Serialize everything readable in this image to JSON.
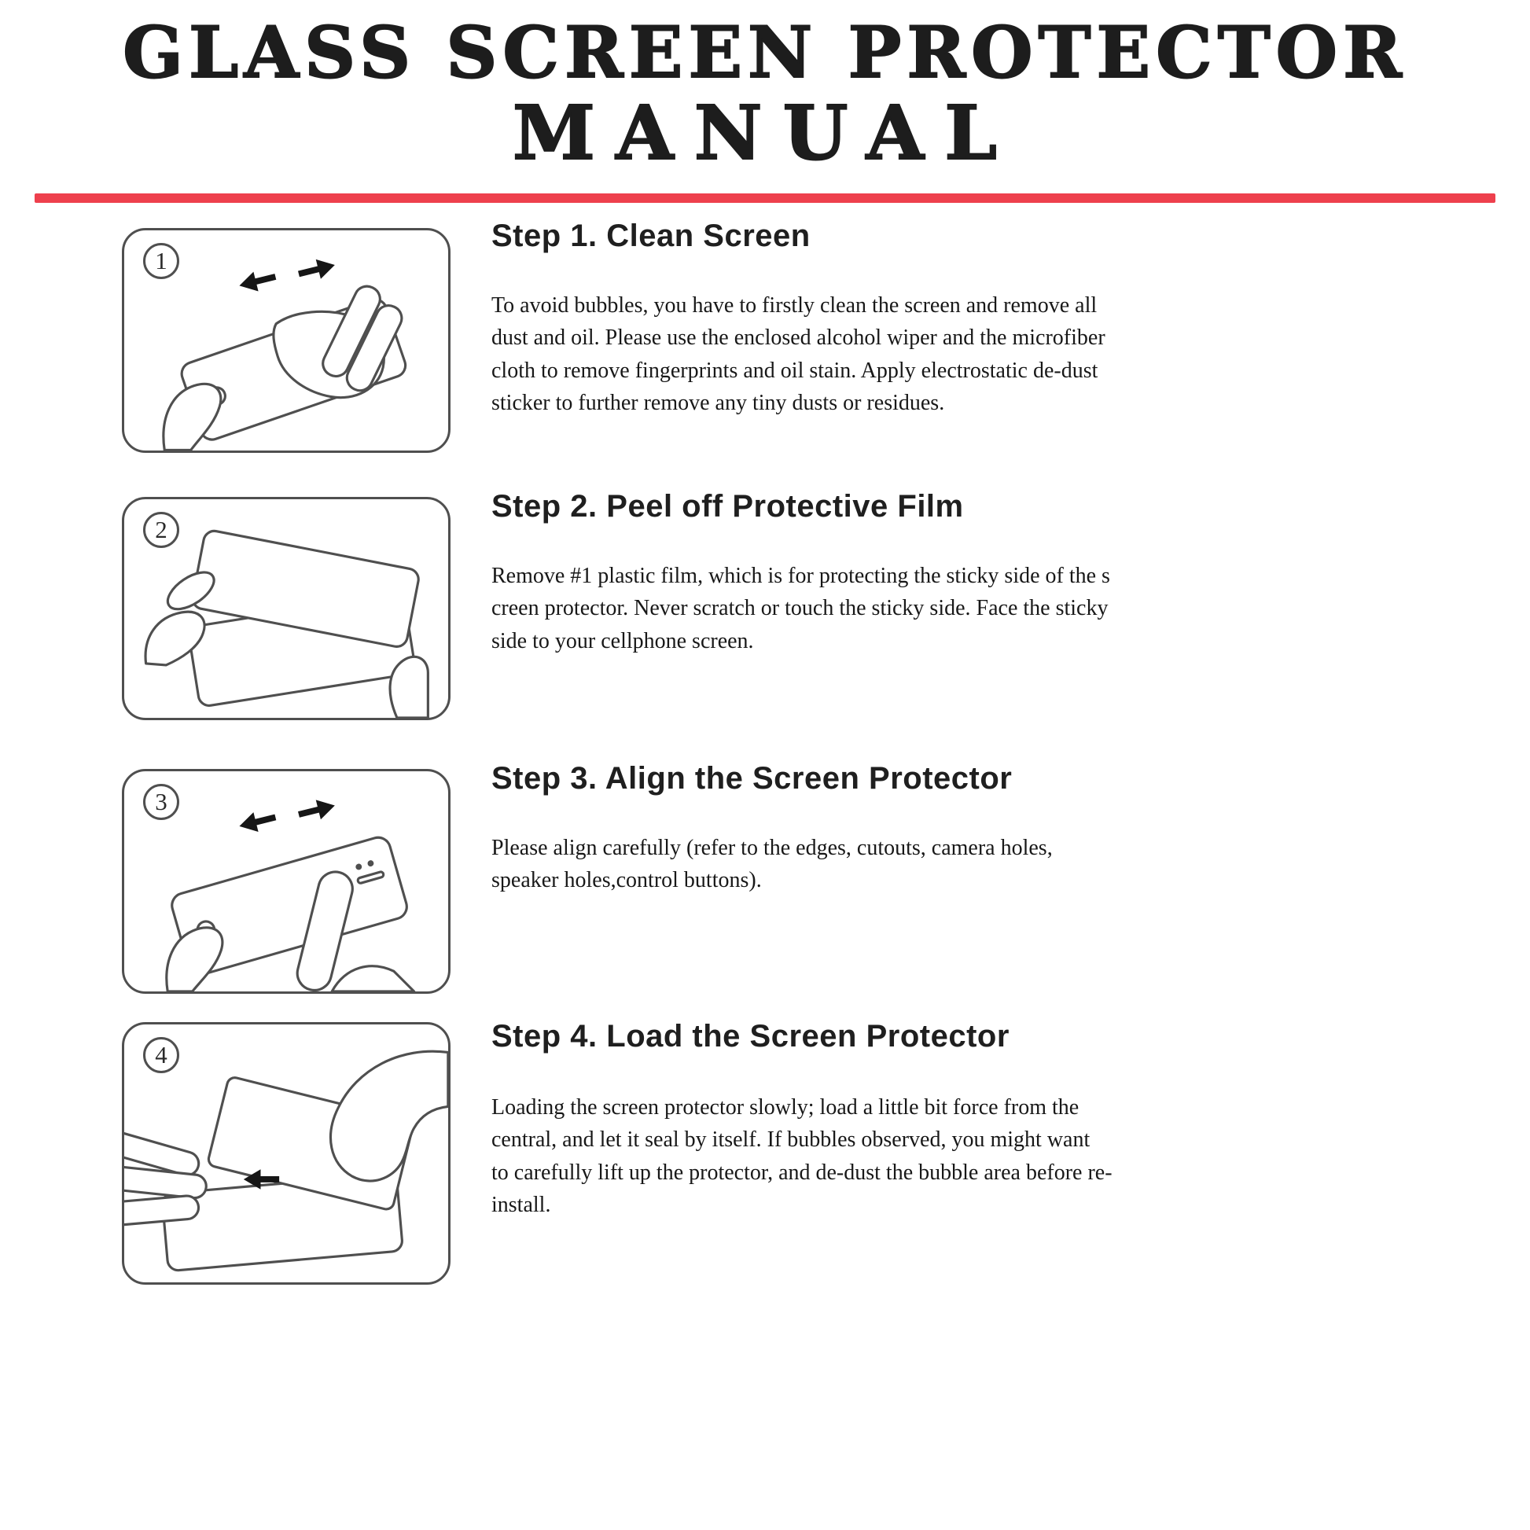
{
  "page": {
    "title_line1": "GLASS SCREEN PROTECTOR",
    "title_line2": "MANUAL",
    "accent_color": "#ee404d"
  },
  "steps": [
    {
      "number": "1",
      "heading": "Step 1. Clean Screen",
      "body": "To avoid bubbles, you have to firstly clean the screen and remove all dust and oil. Please use the enclosed alcohol wiper and the microfiber cloth to remove fingerprints and oil stain. Apply electrostatic de-dust sticker to further remove any tiny dusts or residues."
    },
    {
      "number": "2",
      "heading": "Step 2. Peel off Protective Film",
      "body": "Remove #1 plastic film, which is for protecting the sticky side of the s creen protector. Never scratch or touch the sticky side. Face the sticky side to your cellphone screen."
    },
    {
      "number": "3",
      "heading": "Step 3. Align the Screen Protector",
      "body": "Please align carefully (refer to the edges, cutouts, camera holes, speaker holes,control buttons)."
    },
    {
      "number": "4",
      "heading": "Step 4. Load the Screen Protector",
      "body": "Loading the screen protector slowly; load a little bit force from the central, and let it seal by itself. If bubbles observed, you might want to carefully lift up the protector, and de-dust the bubble area before re-install."
    }
  ]
}
